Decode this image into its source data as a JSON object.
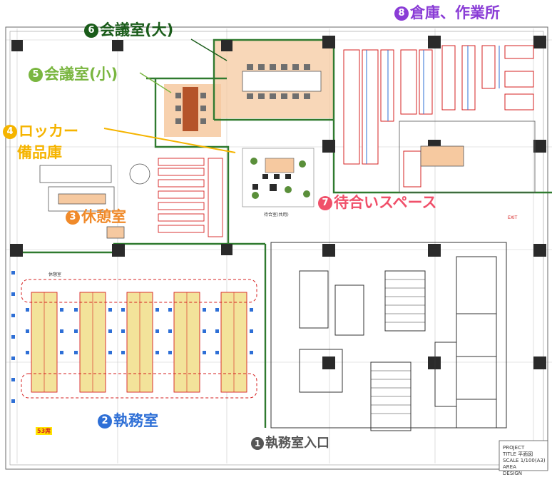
{
  "colors": {
    "entrance": "#555555",
    "office": "#2e6fd6",
    "break_room": "#f08a2a",
    "locker": "#f5b400",
    "meeting_small": "#7ab640",
    "meeting_large": "#1a5c1a",
    "waiting": "#f0506a",
    "warehouse": "#8a3cd6",
    "wall_green": "#2f7a2f",
    "desk_red": "#d62020",
    "desk_yellow": "#f3e39a",
    "room_orange": "#f6c9a0"
  },
  "areas": [
    {
      "id": "entrance",
      "num": "1",
      "text": "執務室入口"
    },
    {
      "id": "office",
      "num": "2",
      "text": "執務室"
    },
    {
      "id": "break_room",
      "num": "3",
      "text": "休憩室"
    },
    {
      "id": "locker",
      "num": "4",
      "text": "ロッカー",
      "text2": "備品庫"
    },
    {
      "id": "meeting_small",
      "num": "5",
      "text": "会議室(小)"
    },
    {
      "id": "meeting_large",
      "num": "6",
      "text": "会議室(大)"
    },
    {
      "id": "waiting",
      "num": "7",
      "text": "待合いスペース"
    },
    {
      "id": "warehouse",
      "num": "8",
      "text": "倉庫、作業所"
    }
  ],
  "seat_badge": "53席",
  "small_labels": {
    "exit": "EXIT",
    "rest": "休憩室",
    "lounge": "待合室(共用)"
  },
  "title_block": {
    "project": "PROJECT",
    "title": "TITLE",
    "scale": "SCALE",
    "area": "AREA",
    "design": "DESIGN",
    "title_value": "平面図",
    "scale_value": "1/100(A3)"
  }
}
